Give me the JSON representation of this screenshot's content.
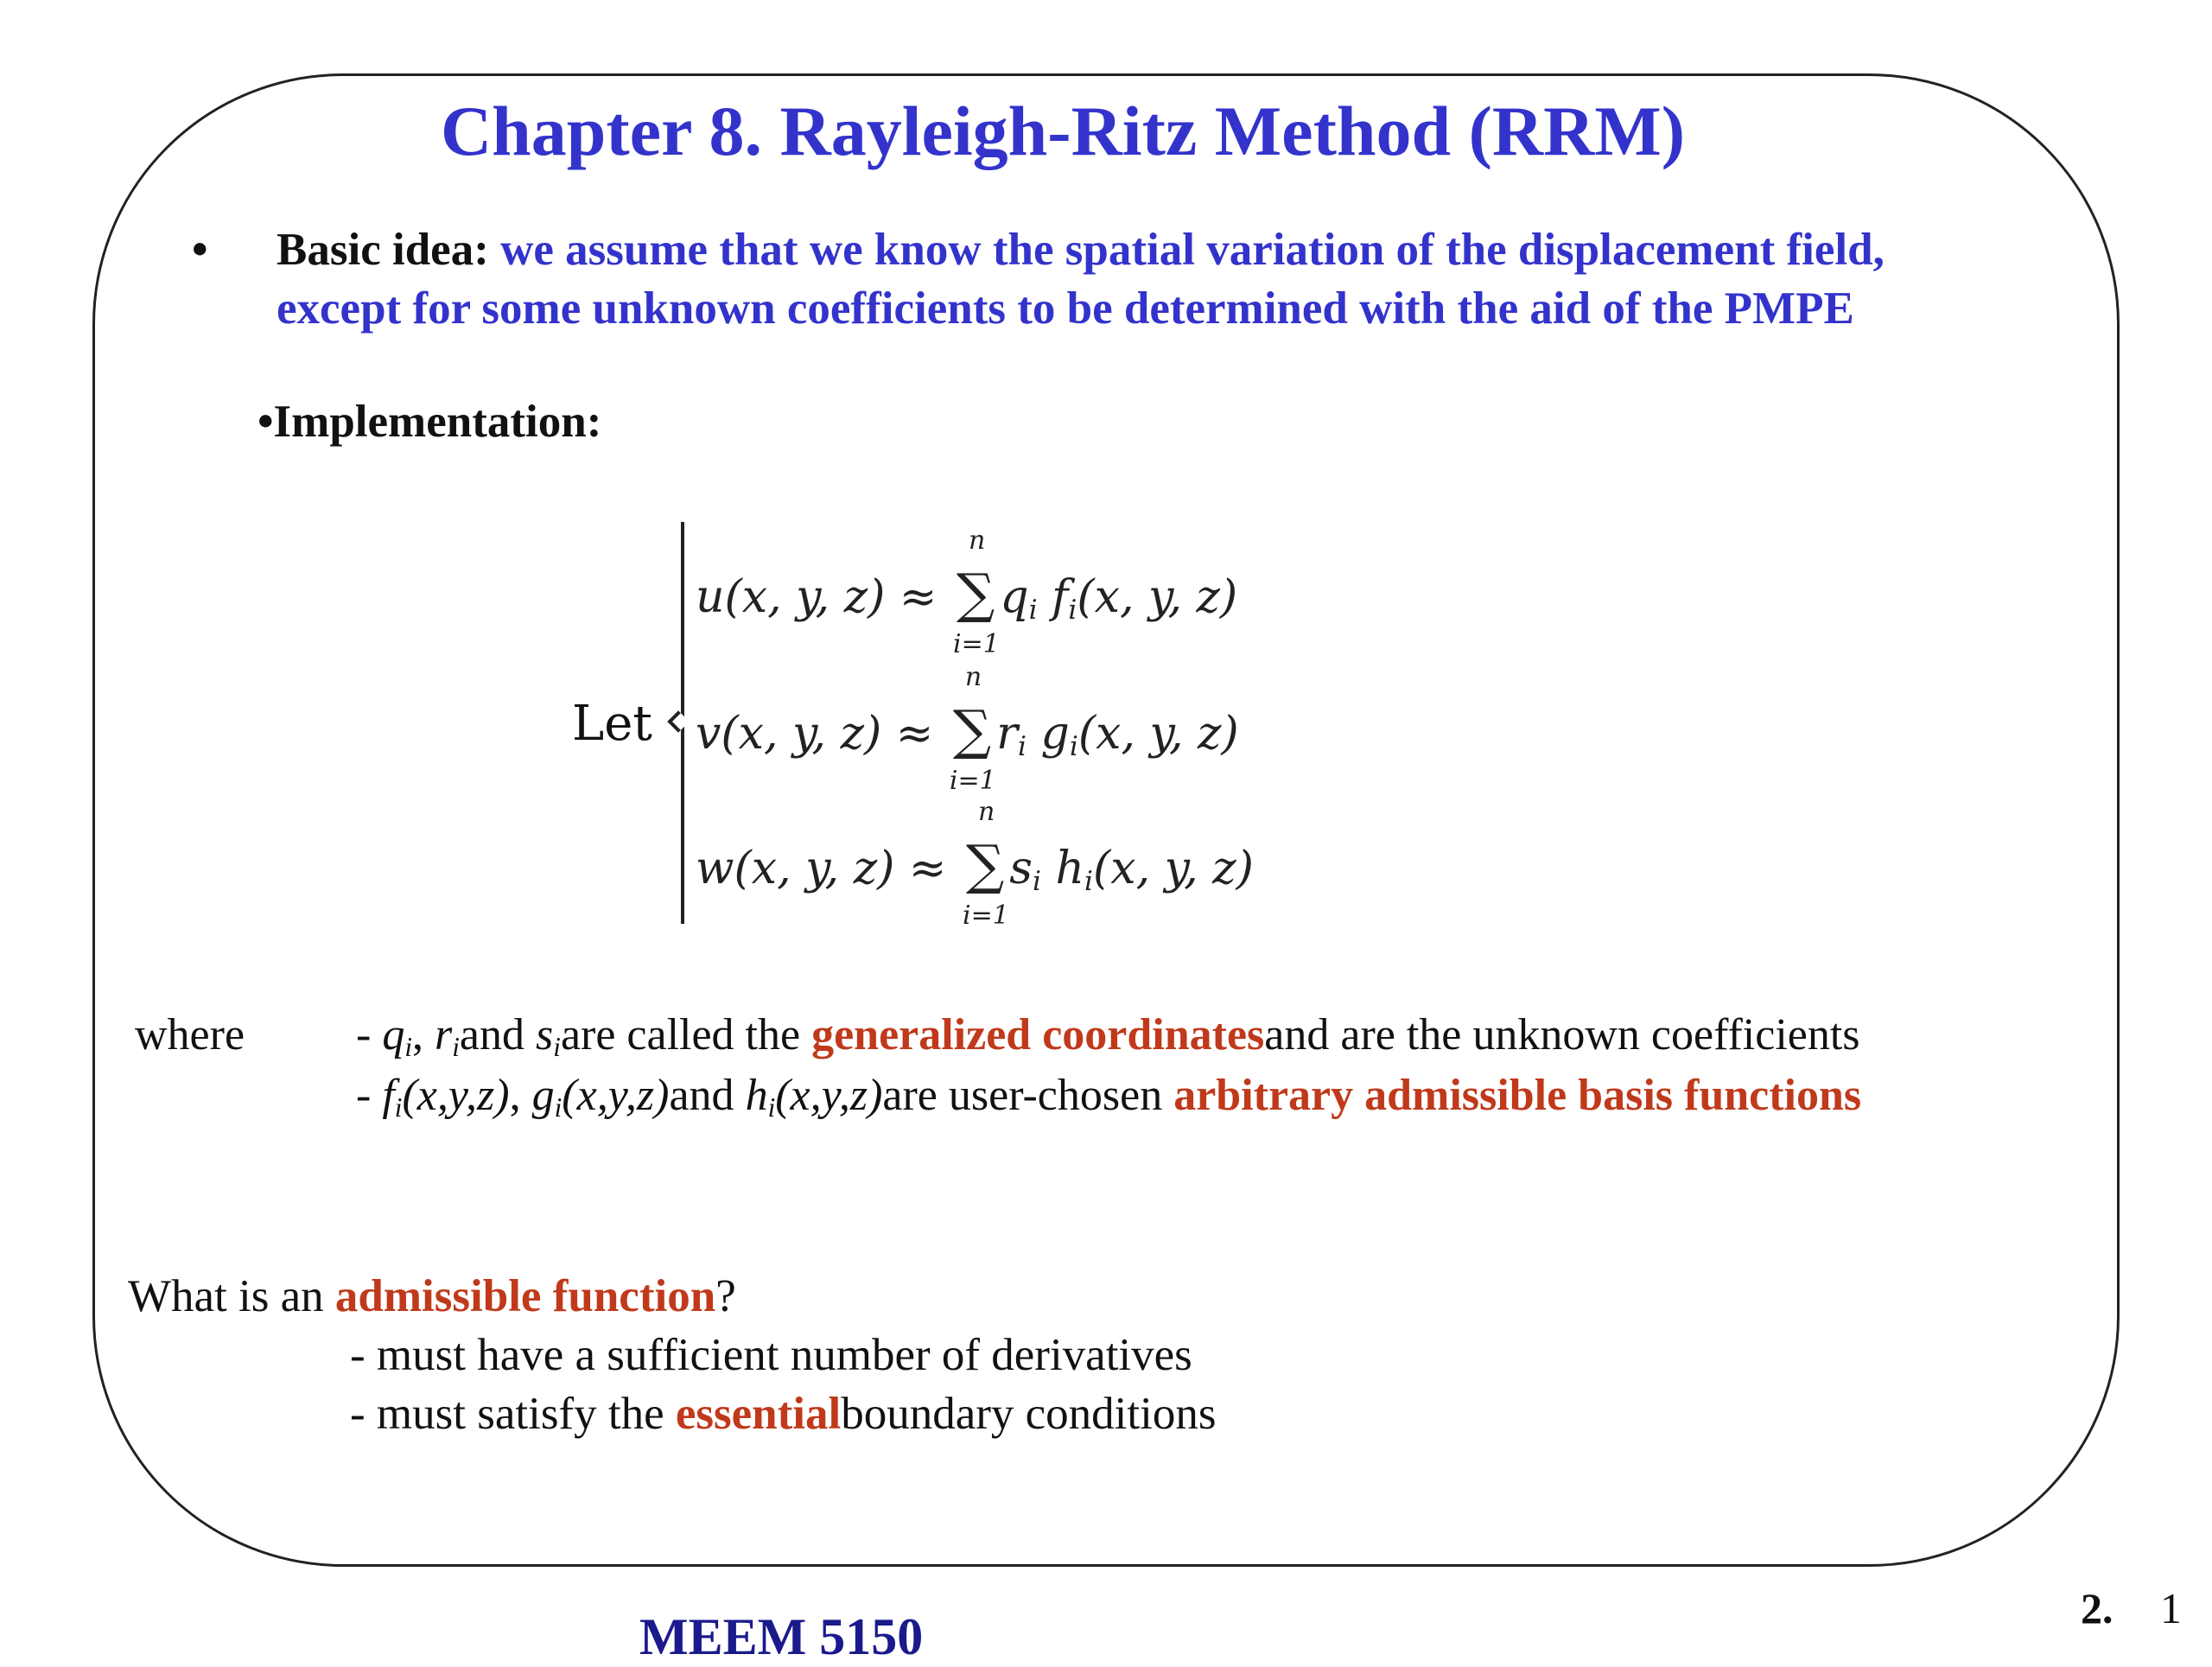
{
  "slide": {
    "title": "Chapter 8.  Rayleigh-Ritz Method (RRM)",
    "colors": {
      "title_blue": "#3333CC",
      "highlight_red": "#C0391B",
      "footer_navy": "#1A1A8C",
      "frame": "#222222"
    },
    "basic_idea": {
      "bullet": "•",
      "label": "Basic idea:",
      "line1": "we assume that we know the spatial variation of the displacement field,",
      "line2": "except for some unknown coefficients to be determined with the aid of the PMPE"
    },
    "implementation": {
      "label": "•Implementation:"
    },
    "equations": {
      "let": "Let",
      "rows": [
        {
          "lhs": "u(x, y, z) ≈",
          "upper": "n",
          "lower": "i=1",
          "coef": "q",
          "func": "f",
          "args": "(x, y, z)"
        },
        {
          "lhs": "v(x, y, z) ≈",
          "upper": "n",
          "lower": "i=1",
          "coef": "r",
          "func": "g",
          "args": "(x, y, z)"
        },
        {
          "lhs": "w(x, y, z) ≈",
          "upper": "n",
          "lower": "i=1",
          "coef": "s",
          "func": "h",
          "args": "(x, y, z)"
        }
      ],
      "sub": "i",
      "sum_symbol": "∑"
    },
    "where": {
      "label": "where",
      "line1": {
        "prefix": "- ",
        "q": "q",
        "r": "r",
        "s": "s",
        "sub": "i",
        "comma": ", ",
        "and": "and  ",
        "mid": "are called the  ",
        "highlight": "generalized coordinates",
        "suffix": "and are the unknown coefficients"
      },
      "line2": {
        "prefix": "- ",
        "f": "f",
        "g": "g",
        "h": "h",
        "sub": "i",
        "args": "(x,y,z)",
        "comma": ", ",
        "and": "and  ",
        "mid": "are user-chosen  ",
        "highlight": "arbitrary admissible basis functions"
      }
    },
    "admissible": {
      "question_prefix": "What is an ",
      "question_highlight": "admissible function",
      "question_suffix": "?",
      "item1": "- must have a sufficient number of derivatives",
      "item2_prefix": "- must satisfy the ",
      "item2_highlight": "essential",
      "item2_suffix": "boundary conditions"
    },
    "footer": {
      "course": "MEEM 5150",
      "chapter_num": "2.",
      "page_num": "1"
    }
  }
}
